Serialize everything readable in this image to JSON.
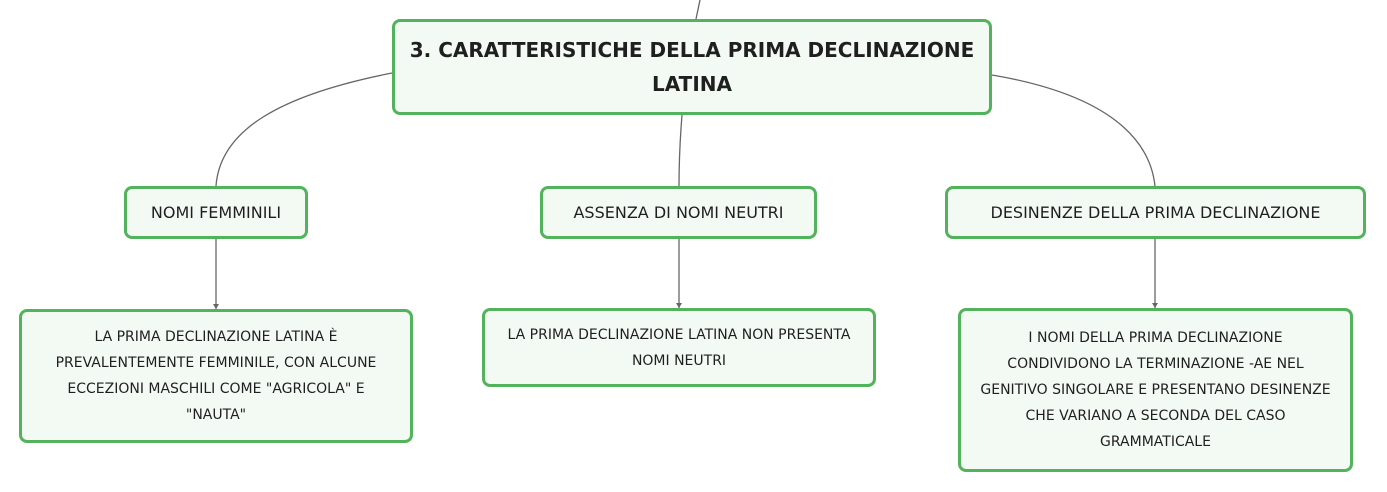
{
  "root": {
    "title": "3. CARATTERISTICHE DELLA PRIMA DECLINAZIONE LATINA"
  },
  "branches": [
    {
      "label": "NOMI FEMMINILI",
      "detail": "LA PRIMA DECLINAZIONE LATINA È PREVALENTEMENTE FEMMINILE, CON ALCUNE ECCEZIONI MASCHILI COME \"AGRICOLA\" E \"NAUTA\""
    },
    {
      "label": "ASSENZA DI NOMI NEUTRI",
      "detail": "LA PRIMA DECLINAZIONE LATINA NON PRESENTA NOMI NEUTRI"
    },
    {
      "label": "DESINENZE DELLA PRIMA DECLINAZIONE",
      "detail": "I NOMI DELLA PRIMA DECLINAZIONE CONDIVIDONO LA TERMINAZIONE -AE NEL GENITIVO SINGOLARE E PRESENTANO DESINENZE CHE VARIANO A SECONDA DEL CASO GRAMMATICALE"
    }
  ],
  "colors": {
    "node_border": "#53b35d",
    "node_fill": "#f3faf4",
    "connector": "#666666"
  }
}
